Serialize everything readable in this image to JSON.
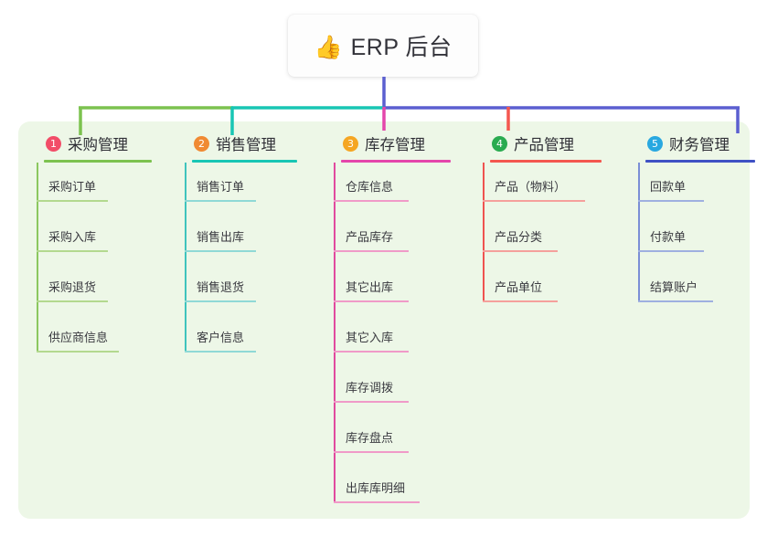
{
  "root": {
    "icon": "thumbs-up-icon",
    "emoji": "👍",
    "title": "ERP 后台"
  },
  "palette": {
    "panel_bg": "#edf7e7",
    "page_bg": "#ffffff",
    "trunk": "#5b5fd0",
    "text": "#3a3a40"
  },
  "columns": [
    {
      "index": "1",
      "title": "采购管理",
      "badge_color": "#f24d68",
      "rule_color": "#7cc24f",
      "line_color": "#8cc75f",
      "item_rule_color": "#b3d98f",
      "connector_color": "#7cc24f",
      "items": [
        {
          "label": "采购订单",
          "rule_width": 78
        },
        {
          "label": "采购入库",
          "rule_width": 78
        },
        {
          "label": "采购退货",
          "rule_width": 78
        },
        {
          "label": "供应商信息",
          "rule_width": 90
        }
      ]
    },
    {
      "index": "2",
      "title": "销售管理",
      "badge_color": "#f08a33",
      "rule_color": "#18c6b4",
      "line_color": "#3fc4bd",
      "item_rule_color": "#8fd9d6",
      "connector_color": "#18c6b4",
      "items": [
        {
          "label": "销售订单",
          "rule_width": 78
        },
        {
          "label": "销售出库",
          "rule_width": 78
        },
        {
          "label": "销售退货",
          "rule_width": 78
        },
        {
          "label": "客户信息",
          "rule_width": 78
        }
      ]
    },
    {
      "index": "3",
      "title": "库存管理",
      "badge_color": "#f5a623",
      "rule_color": "#e446ab",
      "line_color": "#e14a9e",
      "item_rule_color": "#f09ac8",
      "connector_color": "#e446ab",
      "items": [
        {
          "label": "仓库信息",
          "rule_width": 82
        },
        {
          "label": "产品库存",
          "rule_width": 82
        },
        {
          "label": "其它出库",
          "rule_width": 82
        },
        {
          "label": "其它入库",
          "rule_width": 82
        },
        {
          "label": "库存调拨",
          "rule_width": 82
        },
        {
          "label": "库存盘点",
          "rule_width": 82
        },
        {
          "label": "出库库明细",
          "rule_width": 94
        }
      ]
    },
    {
      "index": "4",
      "title": "产品管理",
      "badge_color": "#2aab50",
      "rule_color": "#f4574f",
      "line_color": "#ef5350",
      "item_rule_color": "#f5a09c",
      "connector_color": "#f4574f",
      "items": [
        {
          "label": "产品（物料）",
          "rule_width": 112
        },
        {
          "label": "产品分类",
          "rule_width": 82
        },
        {
          "label": "产品单位",
          "rule_width": 82
        }
      ]
    },
    {
      "index": "5",
      "title": "财务管理",
      "badge_color": "#29a8e0",
      "rule_color": "#3f51c4",
      "line_color": "#7b8fd6",
      "item_rule_color": "#9fb0e0",
      "connector_color": "#5b5fd0",
      "items": [
        {
          "label": "回款单",
          "rule_width": 72
        },
        {
          "label": "付款单",
          "rule_width": 72
        },
        {
          "label": "结算账户",
          "rule_width": 82
        }
      ]
    }
  ]
}
